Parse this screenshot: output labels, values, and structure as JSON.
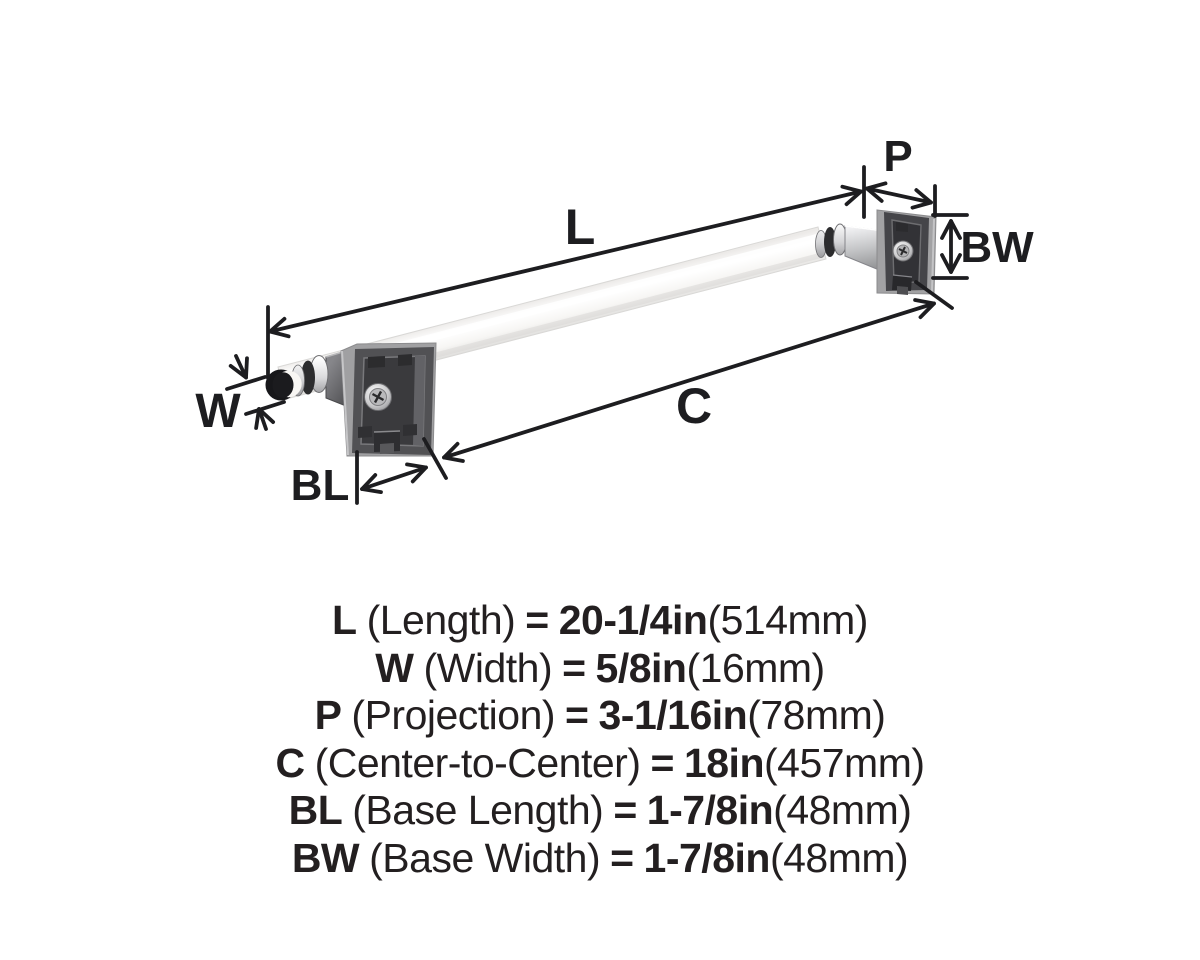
{
  "diagram": {
    "title": "Towel bar dimension diagram",
    "labels": {
      "length": "L",
      "width": "W",
      "projection": "P",
      "center": "C",
      "base_length": "BL",
      "base_width": "BW"
    }
  },
  "specs": [
    {
      "letter": "L",
      "name": "(Length)",
      "eq": "=",
      "value": "20-1/4in",
      "metric": "(514mm)"
    },
    {
      "letter": "W",
      "name": "(Width)",
      "eq": "=",
      "value": "5/8in",
      "metric": "(16mm)"
    },
    {
      "letter": "P",
      "name": "(Projection)",
      "eq": "=",
      "value": "3-1/16in",
      "metric": "(78mm)"
    },
    {
      "letter": "C",
      "name": "(Center-to-Center)",
      "eq": "=",
      "value": "18in",
      "metric": "(457mm)"
    },
    {
      "letter": "BL",
      "name": "(Base Length)",
      "eq": "=",
      "value": "1-7/8in",
      "metric": "(48mm)"
    },
    {
      "letter": "BW",
      "name": "(Base Width)",
      "eq": "=",
      "value": "1-7/8in",
      "metric": "(48mm)"
    }
  ],
  "colors": {
    "background": "#ffffff",
    "line": "#1d1d20",
    "text": "#231f20",
    "plate_face": "#515154",
    "plate_recess": "#3a3a3d",
    "plate_edge": "#a0a0a2",
    "chrome_light": "#f2f2f4",
    "chrome_dark": "#8e8f91",
    "bar_white": "#fdfdfc",
    "cap_black": "#17171a"
  }
}
